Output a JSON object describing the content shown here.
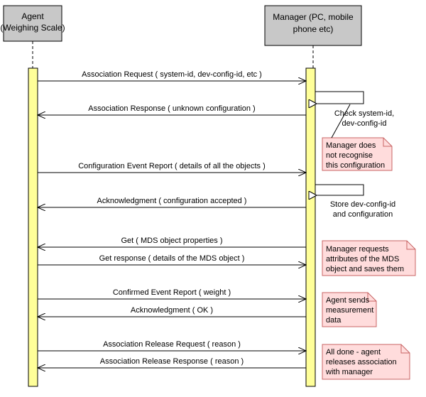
{
  "participants": {
    "agent": {
      "line1": "Agent",
      "line2": "(Weighing Scale)"
    },
    "manager": {
      "line1": "Manager (PC, mobile",
      "line2": "phone etc)"
    }
  },
  "messages": [
    {
      "text": "Association Request ( system-id, dev-config-id, etc )",
      "direction": "to-manager"
    },
    {
      "text": "Association Response ( unknown configuration )",
      "direction": "to-agent"
    },
    {
      "text": "Configuration Event Report ( details of all the objects )",
      "direction": "to-manager"
    },
    {
      "text": "Acknowledgment ( configuration accepted )",
      "direction": "to-agent"
    },
    {
      "text": "Get ( MDS object properties )",
      "direction": "to-agent"
    },
    {
      "text": "Get response ( details of the MDS object )",
      "direction": "to-manager"
    },
    {
      "text": "Confirmed Event Report ( weight )",
      "direction": "to-manager"
    },
    {
      "text": "Acknowledgment ( OK )",
      "direction": "to-agent"
    },
    {
      "text": "Association Release Request ( reason )",
      "direction": "to-manager"
    },
    {
      "text": "Association Release Response ( reason )",
      "direction": "to-agent"
    }
  ],
  "self_calls": [
    {
      "line1": "Check system-id,",
      "line2": "dev-config-id"
    },
    {
      "line1": "Store dev-config-id",
      "line2": "and configuration"
    }
  ],
  "notes": [
    {
      "lines": [
        "Manager does",
        "not recognise",
        "this configuration"
      ]
    },
    {
      "lines": [
        "Manager requests",
        "attributes of the MDS",
        "object and saves them"
      ]
    },
    {
      "lines": [
        "Agent sends",
        "measurement",
        "data"
      ]
    },
    {
      "lines": [
        "All done - agent",
        "releases association",
        "with manager"
      ]
    }
  ],
  "colors": {
    "participant_fill": "#c8c8c8",
    "activation_fill": "#ffff99",
    "note_fill": "#ffdcdc",
    "note_stroke": "#c86464"
  }
}
